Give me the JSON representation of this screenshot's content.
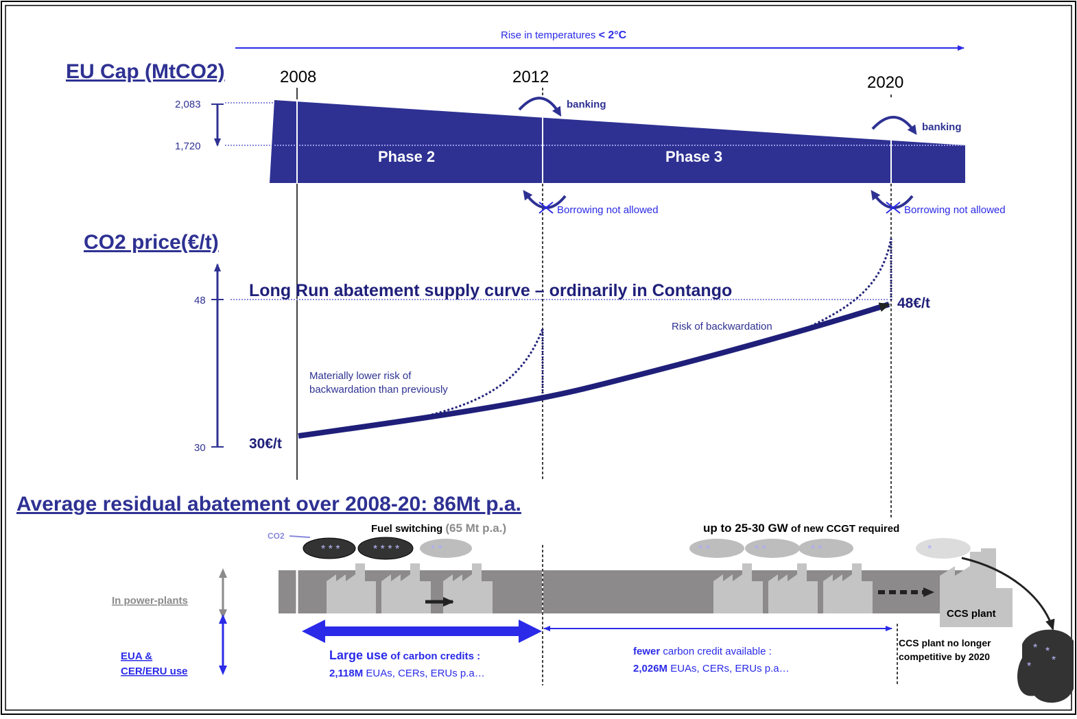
{
  "top_arrow": {
    "prefix": "Rise in temperatures ",
    "value": "< 2°C"
  },
  "years": {
    "y2008": "2008",
    "y2012": "2012",
    "y2020": "2020"
  },
  "cap": {
    "title": "EU Cap (MtCO2)",
    "high": "2,083",
    "low": "1,720",
    "phase2": "Phase 2",
    "phase3": "Phase 3",
    "banking": "banking",
    "borrowing": "Borrowing not allowed"
  },
  "price": {
    "title": "CO2 price(€/t)",
    "tick48": "48",
    "tick30": "30",
    "supply_curve": "Long Run abatement supply curve – ordinarily in Contango",
    "start_label": "30€/t",
    "end_label": "48€/t",
    "risk_backwardation": "Risk of backwardation",
    "lower_risk_line1": "Materially lower risk of",
    "lower_risk_line2": "backwardation than previously"
  },
  "abatement": {
    "title": "Average residual abatement over 2008-20: 86Mt p.a.",
    "co2": "CO2",
    "fuel_switching": "Fuel switching ",
    "fuel_amount": "(65 Mt p.a.)",
    "ccgt_bold": "up to 25-30 GW",
    "ccgt_rest": " of new CCGT required",
    "ccs_plant": "CCS plant",
    "ccs_note_line1": "CCS plant no longer",
    "ccs_note_line2": "competitive by 2020",
    "power_plants": "In power-plants",
    "eua_line1": "EUA &",
    "eua_line2": "CER/ERU use",
    "large_use_bold": "Large use",
    "large_use_rest": " of carbon credits :",
    "large_use_amount": "2,118M",
    "large_use_units": " EUAs, CERs, ERUs p.a…",
    "fewer_bold": "fewer",
    "fewer_rest": " carbon credit available :",
    "fewer_amount": "2,026M",
    "fewer_units": " EUAs, CERs, ERUs p.a…"
  },
  "colors": {
    "navy": "#2E3192",
    "dark_navy": "#1F1F7A",
    "blue": "#2A2AE8",
    "gray_band": "#8C8A8A",
    "light_gray": "#C4C4C4"
  }
}
